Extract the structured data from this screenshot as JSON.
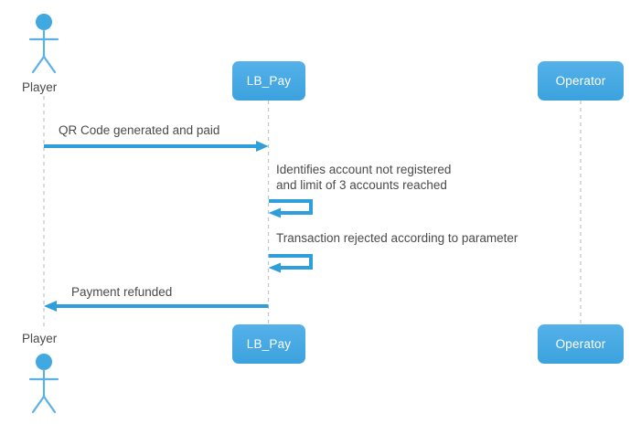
{
  "diagram": {
    "type": "uml-sequence",
    "participants": [
      {
        "id": "player",
        "label": "Player",
        "kind": "actor"
      },
      {
        "id": "lb_pay",
        "label": "LB_Pay",
        "kind": "participant"
      },
      {
        "id": "operator",
        "label": "Operator",
        "kind": "participant"
      }
    ],
    "messages": [
      {
        "from": "Player",
        "to": "LB_Pay",
        "kind": "arrow-right",
        "text": "QR Code generated and paid"
      },
      {
        "from": "LB_Pay",
        "to": "LB_Pay",
        "kind": "self",
        "lines": [
          "Identifies account not registered",
          "and limit of 3 accounts reached"
        ]
      },
      {
        "from": "LB_Pay",
        "to": "LB_Pay",
        "kind": "self",
        "lines": [
          "Transaction rejected according to parameter"
        ]
      },
      {
        "from": "LB_Pay",
        "to": "Player",
        "kind": "arrow-left",
        "text": "Payment refunded"
      }
    ],
    "colors": {
      "background": "#ffffff",
      "participant_fill_top": "#55b1e9",
      "participant_fill_bottom": "#3ba2de",
      "participant_text": "#ffffff",
      "actor_blue": "#41a9e1",
      "actor_line_blue": "#5bb1e7",
      "arrow_blue": "#2e9fda",
      "lifeline_gray": "#bcc3ca",
      "message_text": "#4a4a4a"
    }
  }
}
